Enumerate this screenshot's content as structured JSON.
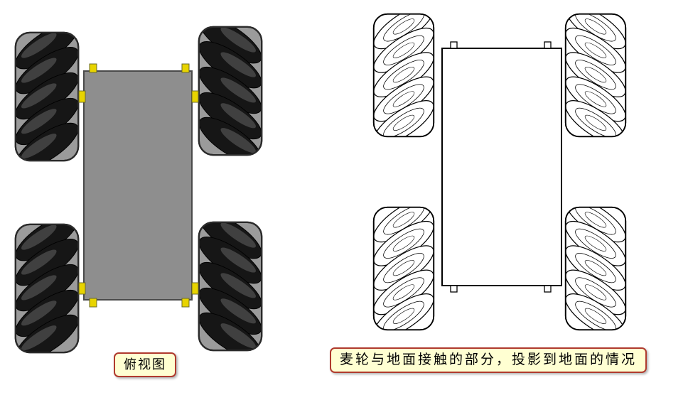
{
  "left_figure": {
    "caption": "俯视图",
    "description_type": "shaded-top-view"
  },
  "right_figure": {
    "caption": "麦轮与地面接触的部分，投影到地面的情况",
    "description_type": "line-drawing-ground-projection"
  },
  "colors": {
    "background": "#ffffff",
    "chassis_fill": "#8e8e8e",
    "chassis_stroke": "#4a4a4a",
    "wheel_rim_gray": "#9b9b9b",
    "roller_dark": "#161616",
    "pin_yellow": "#e8d400",
    "pin_stroke": "#6b6b2a",
    "outline_black": "#000000",
    "projection_fill": "#ffffff",
    "caption_bg": "#ffffd2",
    "caption_border": "#b03a2e",
    "caption_text": "#000000"
  }
}
